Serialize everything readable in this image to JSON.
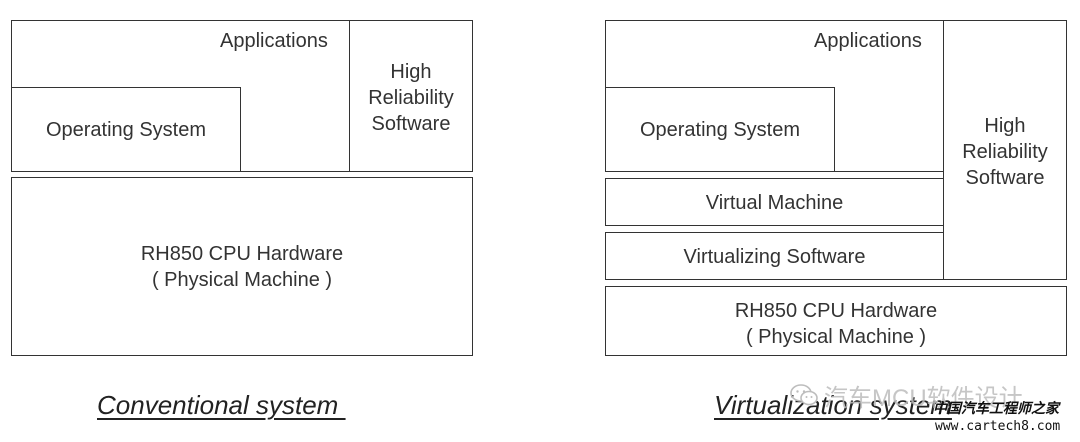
{
  "conventional": {
    "applications": "Applications",
    "high_reliability": "High\nReliability\nSoftware",
    "operating_system": "Operating System",
    "hardware": "RH850 CPU Hardware\n( Physical Machine )",
    "caption": "Conventional system "
  },
  "virtualization": {
    "applications": "Applications",
    "high_reliability": "High\nReliability\nSoftware",
    "operating_system": "Operating System",
    "virtual_machine": "Virtual Machine",
    "virtualizing_software": "Virtualizing Software",
    "hardware": "RH850 CPU Hardware\n( Physical Machine )",
    "caption": "Virtualization system"
  },
  "watermark": {
    "text": "汽车MCU软件设计",
    "site_name": "中国汽车工程师之家",
    "site_url": "www.cartech8.com",
    "icon": "wechat-icon"
  }
}
